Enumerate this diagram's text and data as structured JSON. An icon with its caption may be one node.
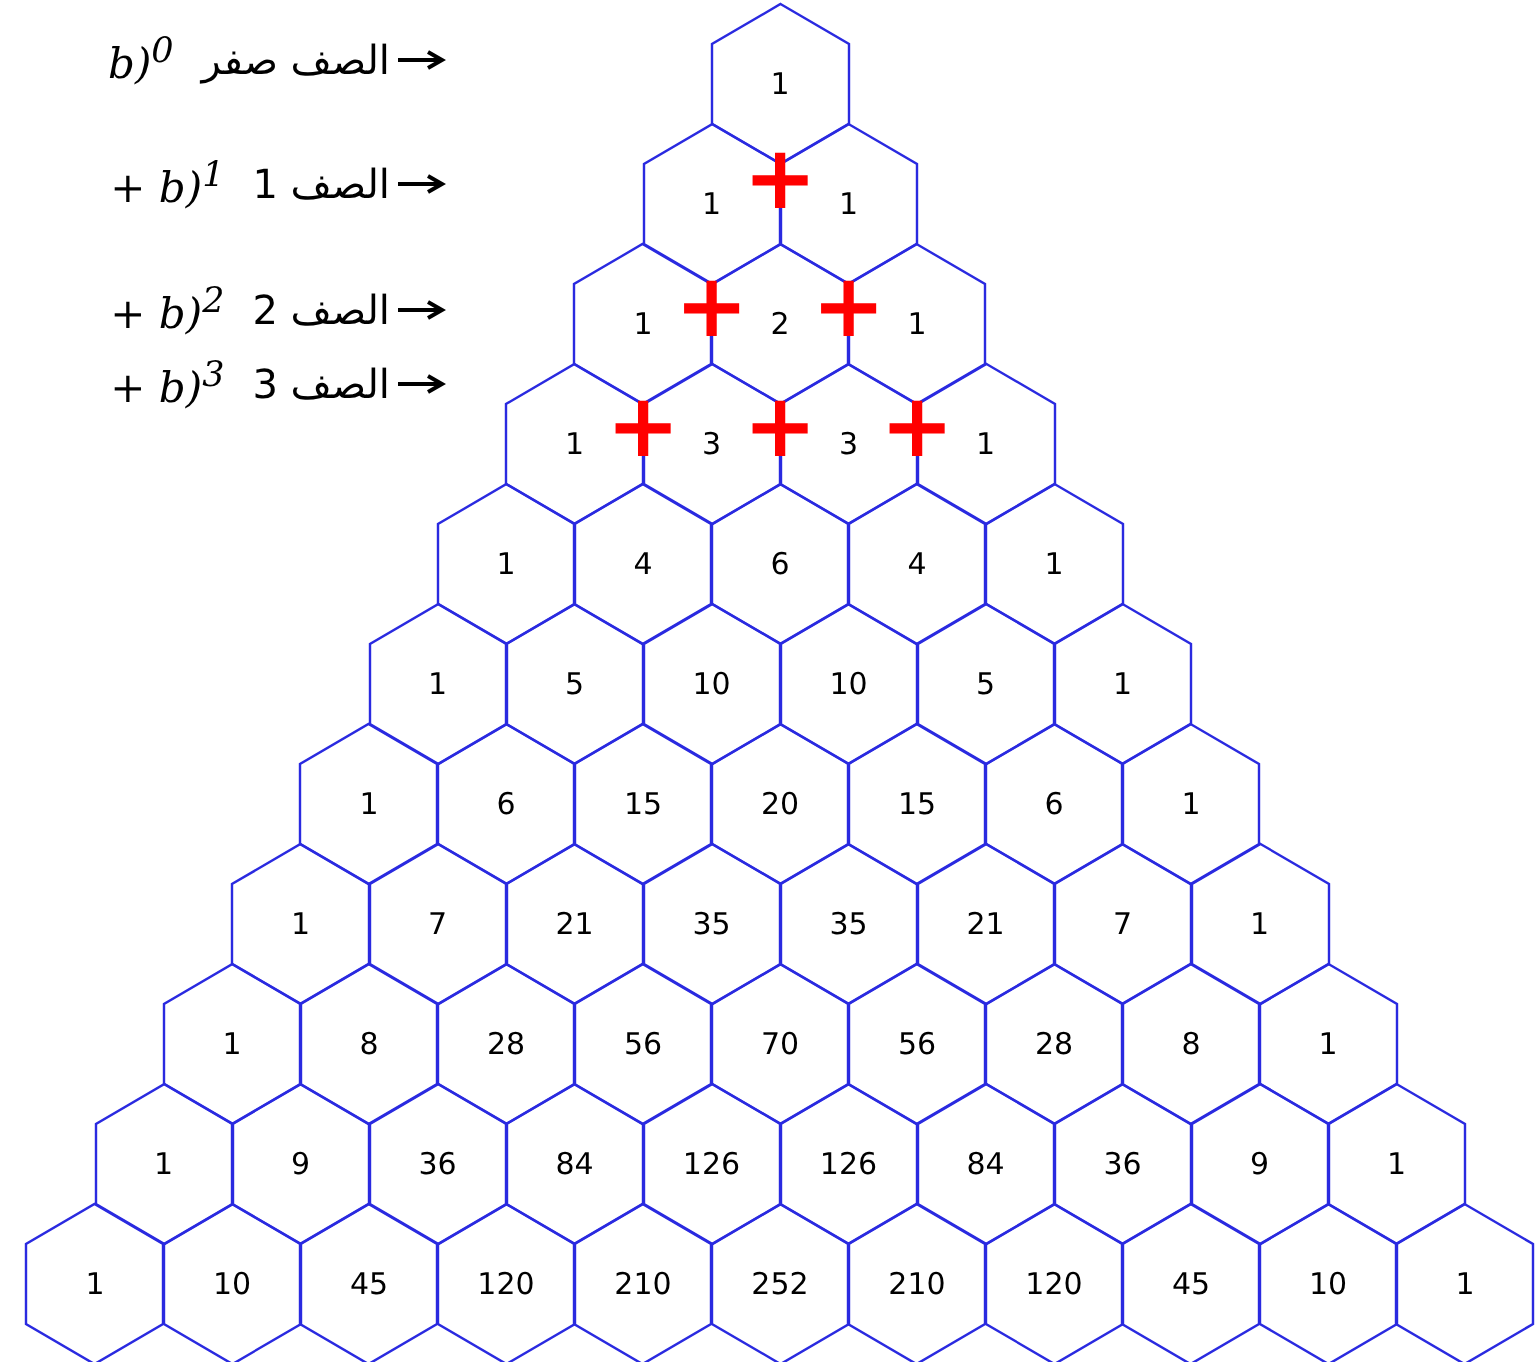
{
  "diagram": {
    "nodes": [
      {
        "text": [
          "b)$^{0}$",
          "الصف صفر"
        ]
      },
      {
        "text": [
          "+ b)$^{1}$",
          "الصف 1"
        ]
      },
      {
        "text": [
          "+ b)$^{2}$",
          "الصف 2"
        ]
      },
      {
        "text": [
          "+ b)$^{3}$",
          "الصف 3"
        ]
      },
      {
        "text": [
          "1"
        ]
      },
      {
        "text": [
          "1"
        ]
      },
      {
        "text": [
          "1"
        ]
      },
      {
        "text": [
          "1"
        ]
      },
      {
        "text": [
          "2"
        ]
      },
      {
        "text": [
          "1"
        ]
      },
      {
        "text": [
          "1"
        ]
      },
      {
        "text": [
          "3"
        ]
      },
      {
        "text": [
          "3"
        ]
      },
      {
        "text": [
          "1"
        ]
      },
      {
        "text": [
          "1"
        ]
      },
      {
        "text": [
          "4"
        ]
      },
      {
        "text": [
          "6"
        ]
      },
      {
        "text": [
          "4"
        ]
      },
      {
        "text": [
          "1"
        ]
      },
      {
        "text": [
          "1"
        ]
      },
      {
        "text": [
          "5"
        ]
      },
      {
        "text": [
          "10"
        ]
      },
      {
        "text": [
          "10"
        ]
      },
      {
        "text": [
          "5"
        ]
      },
      {
        "text": [
          "1"
        ]
      },
      {
        "text": [
          "1"
        ]
      },
      {
        "text": [
          "6"
        ]
      },
      {
        "text": [
          "15"
        ]
      },
      {
        "text": [
          "20"
        ]
      },
      {
        "text": [
          "15"
        ]
      },
      {
        "text": [
          "6"
        ]
      },
      {
        "text": [
          "1"
        ]
      },
      {
        "text": [
          "1"
        ]
      },
      {
        "text": [
          "7"
        ]
      },
      {
        "text": [
          "21"
        ]
      },
      {
        "text": [
          "35"
        ]
      },
      {
        "text": [
          "35"
        ]
      },
      {
        "text": [
          "21"
        ]
      },
      {
        "text": [
          "7"
        ]
      },
      {
        "text": [
          "1"
        ]
      },
      {
        "text": [
          "1"
        ]
      },
      {
        "text": [
          "8"
        ]
      },
      {
        "text": [
          "28"
        ]
      },
      {
        "text": [
          "56"
        ]
      },
      {
        "text": [
          "70"
        ]
      },
      {
        "text": [
          "56"
        ]
      },
      {
        "text": [
          "28"
        ]
      },
      {
        "text": [
          "8"
        ]
      },
      {
        "text": [
          "1"
        ]
      },
      {
        "text": [
          "1"
        ]
      },
      {
        "text": [
          "9"
        ]
      },
      {
        "text": [
          "36"
        ]
      },
      {
        "text": [
          "84"
        ]
      },
      {
        "text": [
          "126"
        ]
      },
      {
        "text": [
          "126"
        ]
      },
      {
        "text": [
          "84"
        ]
      },
      {
        "text": [
          "36"
        ]
      },
      {
        "text": [
          "9"
        ]
      },
      {
        "text": [
          "1"
        ]
      },
      {
        "text": [
          "1"
        ]
      },
      {
        "text": [
          "10"
        ]
      },
      {
        "text": [
          "45"
        ]
      },
      {
        "text": [
          "120"
        ]
      },
      {
        "text": [
          "210"
        ]
      },
      {
        "text": [
          "252"
        ]
      },
      {
        "text": [
          "210"
        ]
      },
      {
        "text": [
          "120"
        ]
      },
      {
        "text": [
          "45"
        ]
      },
      {
        "text": [
          "10"
        ]
      },
      {
        "text": [
          "1"
        ]
      }
    ],
    "edges": [
      {
        "from": 0,
        "to": null,
        "arrow": "to"
      },
      {
        "from": 1,
        "to": null,
        "arrow": "to"
      },
      {
        "from": 2,
        "to": null,
        "arrow": "to"
      },
      {
        "from": 3,
        "to": null,
        "arrow": "to"
      }
    ],
    "labels": [
      "+",
      "+",
      "+",
      "+",
      "+",
      "+"
    ]
  }
}
